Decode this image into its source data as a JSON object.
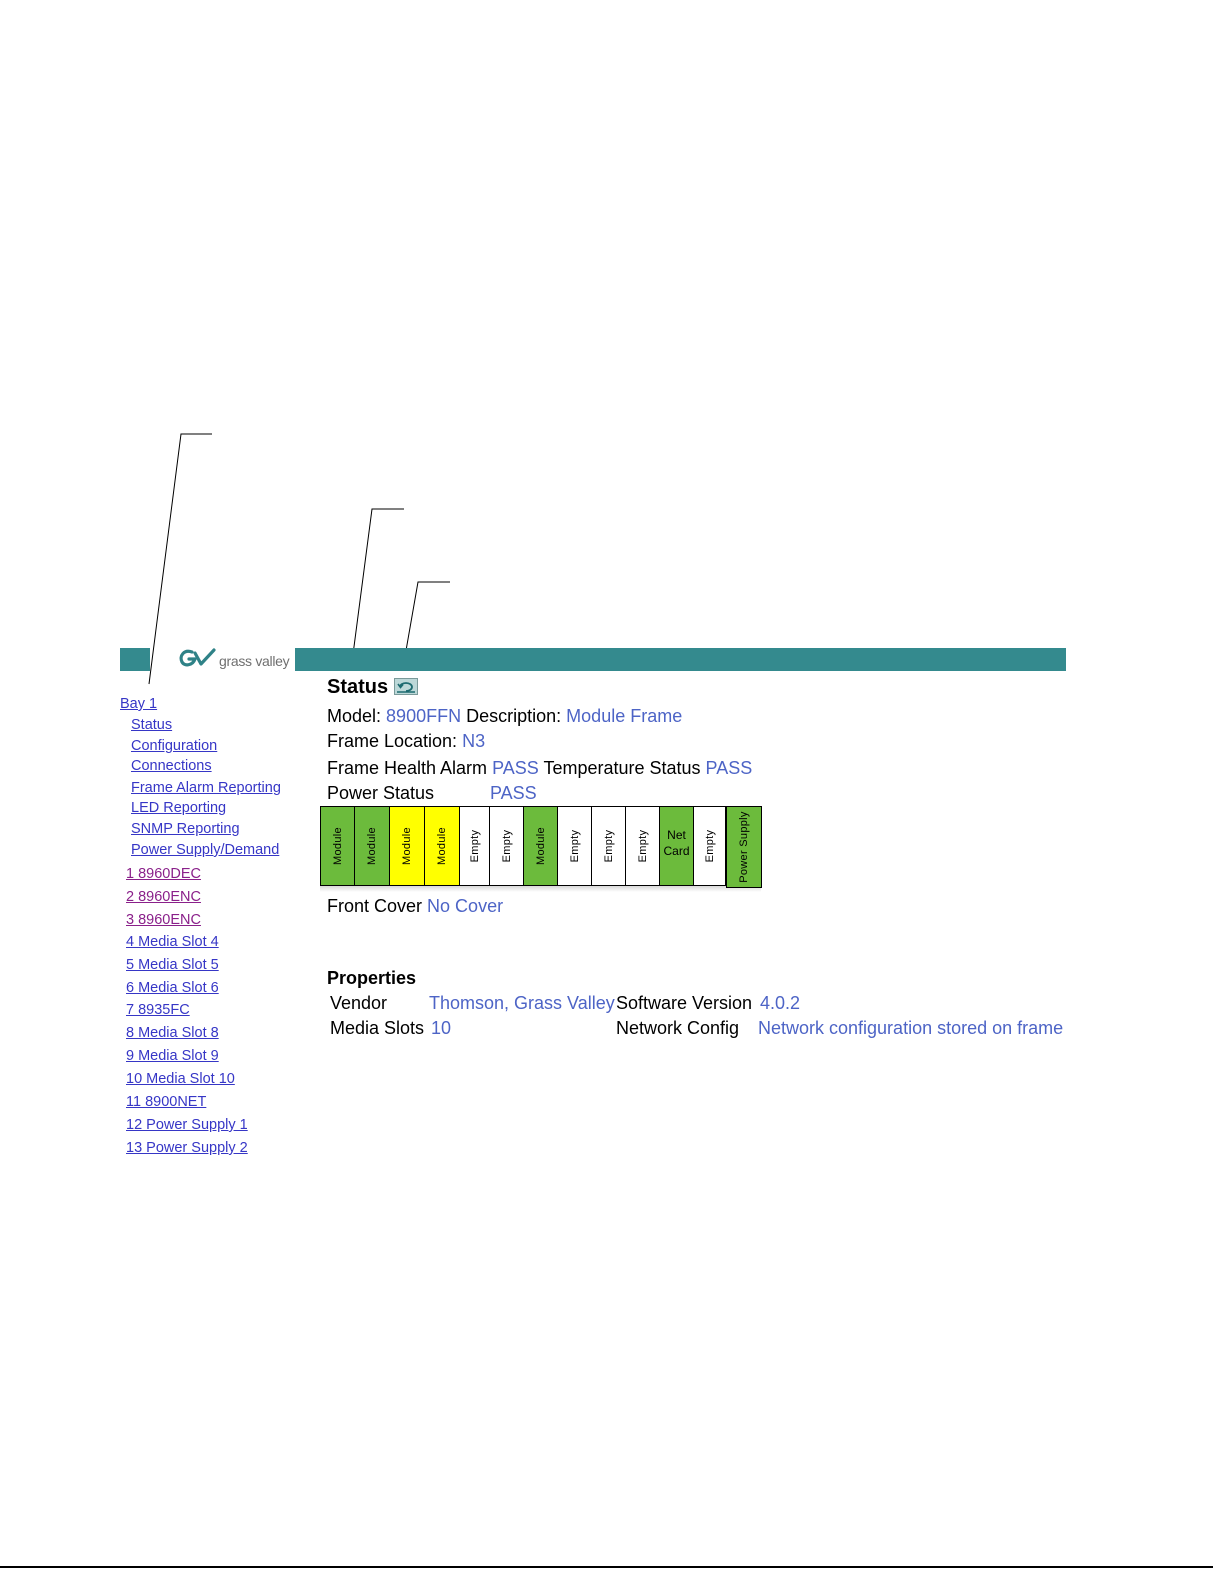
{
  "logo": {
    "brand_text": "grass valley"
  },
  "nav": {
    "bay": "Bay 1",
    "sub_items": [
      "Status",
      "Configuration",
      "Connections",
      "Frame Alarm Reporting",
      "LED Reporting",
      "SNMP Reporting",
      "Power Supply/Demand"
    ],
    "slot_items": [
      "1 8960DEC ",
      "2 8960ENC ",
      "3 8960ENC ",
      "4 Media Slot 4",
      "5 Media Slot 5",
      "6 Media Slot 6",
      "7 8935FC",
      "8 Media Slot 8",
      "9 Media Slot 9",
      "10 Media Slot 10",
      "11 8900NET",
      "12 Power Supply 1",
      "13 Power Supply 2"
    ]
  },
  "status": {
    "title": "Status",
    "model_label": "Model:",
    "model": "8900FFN",
    "description_label": "Description:",
    "description": "Module Frame",
    "location_label": "Frame Location:",
    "location": "N3",
    "health_label": "Frame Health Alarm",
    "health": "PASS",
    "temp_label": "Temperature Status",
    "temp": "PASS",
    "power_label": "Power Status",
    "power": "PASS",
    "cover_label": "Front Cover",
    "cover": "No Cover"
  },
  "slots": [
    {
      "label": "Module",
      "color": "#6cbb3c"
    },
    {
      "label": "Module",
      "color": "#6cbb3c"
    },
    {
      "label": "Module",
      "color": "#ffff00"
    },
    {
      "label": "Module",
      "color": "#ffff00"
    },
    {
      "label": "Empty",
      "color": "#ffffff"
    },
    {
      "label": "Empty",
      "color": "#ffffff"
    },
    {
      "label": "Module",
      "color": "#6cbb3c"
    },
    {
      "label": "Empty",
      "color": "#ffffff"
    },
    {
      "label": "Empty",
      "color": "#ffffff"
    },
    {
      "label": "Empty",
      "color": "#ffffff"
    },
    {
      "label": "Net Card",
      "color": "#6cbb3c"
    },
    {
      "label": "Empty",
      "color": "#ffffff"
    },
    {
      "label": "Power Supply",
      "color": "#6cbb3c"
    }
  ],
  "properties": {
    "title": "Properties",
    "vendor_label": "Vendor",
    "vendor": "Thomson, Grass Valley",
    "software_label": "Software Version",
    "software": "4.0.2",
    "media_label": "Media Slots",
    "media": "10",
    "network_label": "Network Config",
    "network": "Network configuration stored on frame"
  },
  "colors": {
    "header_bar": "#348a8e",
    "link": "#3636c6",
    "visited_link": "#8a208a",
    "value": "#4d64c6"
  },
  "icons": {
    "refresh": "refresh-icon",
    "logo": "grass-valley-logo-icon"
  }
}
